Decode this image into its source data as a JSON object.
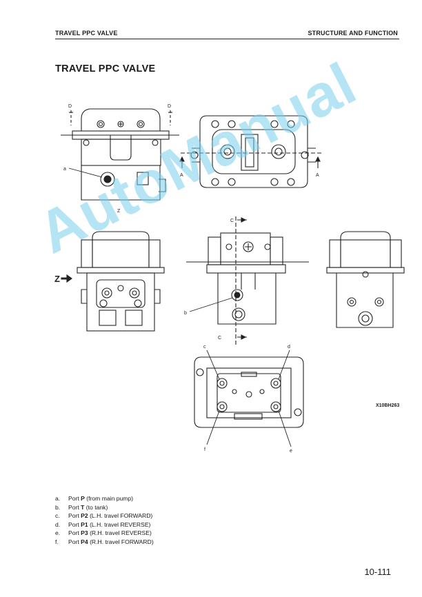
{
  "header": {
    "left": "TRAVEL PPC VALVE",
    "right": "STRUCTURE AND FUNCTION"
  },
  "title": "TRAVEL PPC VALVE",
  "figure": {
    "code": "X10BH263",
    "labels": {
      "a": "a",
      "b": "b",
      "c": "c",
      "d": "d",
      "e": "e",
      "f": "f",
      "section_d": "D",
      "section_a": "A",
      "section_c": "C",
      "z": "Z"
    }
  },
  "watermark": "AutoManual",
  "legend": [
    {
      "key": "a.",
      "pre": "Port ",
      "bold": "P",
      "post": " (from main pump)"
    },
    {
      "key": "b.",
      "pre": "Port ",
      "bold": "T",
      "post": " (to tank)"
    },
    {
      "key": "c.",
      "pre": "Port ",
      "bold": "P2",
      "post": " (L.H. travel FORWARD)"
    },
    {
      "key": "d.",
      "pre": "Port ",
      "bold": "P1",
      "post": " (L.H. travel REVERSE)"
    },
    {
      "key": "e.",
      "pre": "Port ",
      "bold": "P3",
      "post": " (R.H. travel REVERSE)"
    },
    {
      "key": "f.",
      "pre": "Port ",
      "bold": "P4",
      "post": " (R.H. travel FORWARD)"
    }
  ],
  "page_number": "10-111"
}
